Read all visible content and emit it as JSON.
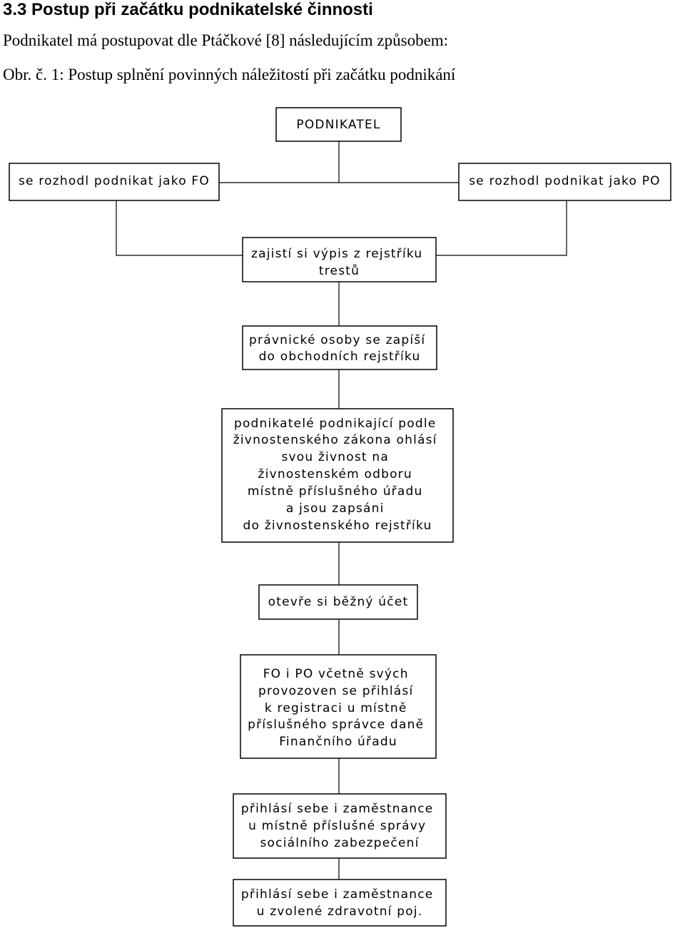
{
  "heading": "3.3 Postup při začátku podnikatelské činnosti",
  "intro": "Podnikatel má postupovat dle Ptáčkové [8] následujícím způsobem:",
  "figure_caption": "Obr. č. 1: Postup splnění povinných náležitostí při začátku podnikání",
  "diagram": {
    "top": "PODNIKATEL",
    "left": "se rozhodl podnikat jako FO",
    "right": "se rozhodl podnikat jako PO",
    "steps": [
      [
        "zajistí si výpis z rejstříku",
        "trestů"
      ],
      [
        "právnické osoby se zapíší",
        "do obchodních rejstříku"
      ],
      [
        "podnikatelé podnikající podle",
        "živnostenského zákona ohlásí",
        "svou živnost na",
        "živnostenském odboru",
        "místně příslušného úřadu",
        "a jsou zapsáni",
        "do živnostenského rejstříku"
      ],
      [
        "otevře si běžný účet"
      ],
      [
        "FO i PO včetně svých",
        "provozoven se přihlásí",
        "k registraci u místně",
        "příslušného správce daně",
        "Finančního úřadu"
      ],
      [
        "přihlásí sebe i zaměstnance",
        "u místně příslušné správy",
        "sociálního zabezpečení"
      ],
      [
        "přihlásí sebe i zaměstnance",
        "u zvolené zdravotní poj."
      ]
    ]
  }
}
